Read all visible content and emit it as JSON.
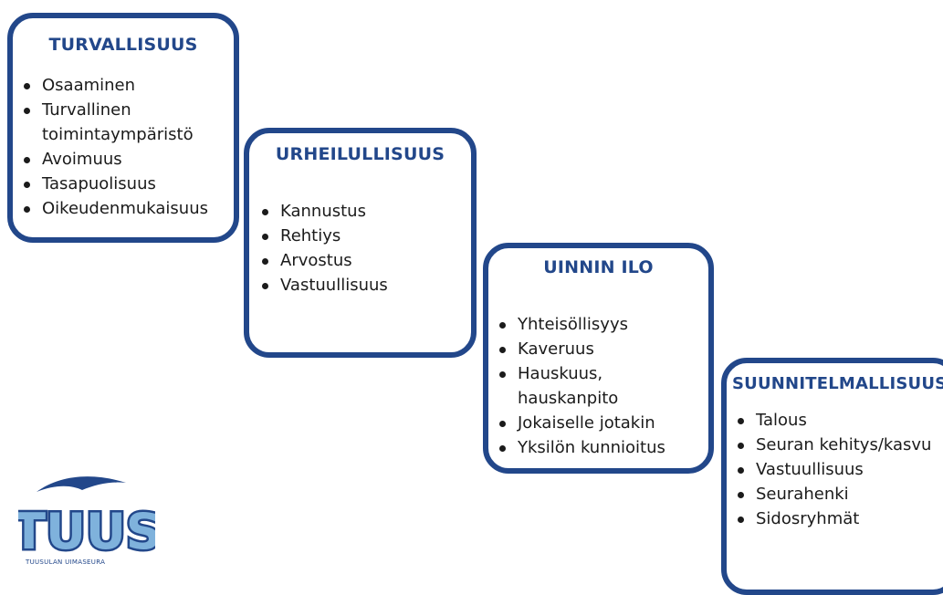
{
  "cards": [
    {
      "title": "TURVALLISUUS",
      "items": [
        "Osaaminen",
        "Turvallinen toimintaympäristö",
        "Avoimuus",
        "Tasapuolisuus",
        "Oikeudenmukaisuus"
      ]
    },
    {
      "title": "URHEILULLISUUS",
      "items": [
        "Kannustus",
        "Rehtiys",
        "Arvostus",
        "Vastuullisuus"
      ]
    },
    {
      "title": "UINNIN ILO",
      "items": [
        "Yhteisöllisyys",
        "Kaveruus",
        "Hauskuus, hauskanpito",
        "Jokaiselle jotakin",
        "Yksilön kunnioitus"
      ]
    },
    {
      "title": "SUUNNITELMALLISUUS",
      "items": [
        "Talous",
        "Seuran kehitys/kasvu",
        "Vastuullisuus",
        "Seurahenki",
        "Sidosryhmät"
      ]
    }
  ],
  "logo": {
    "wordmark": "TUUS",
    "subtitle": "TUUSULAN UIMASEURA"
  },
  "colors": {
    "border": "#22478a",
    "title": "#22478a",
    "logo_light": "#7fb2dc"
  }
}
